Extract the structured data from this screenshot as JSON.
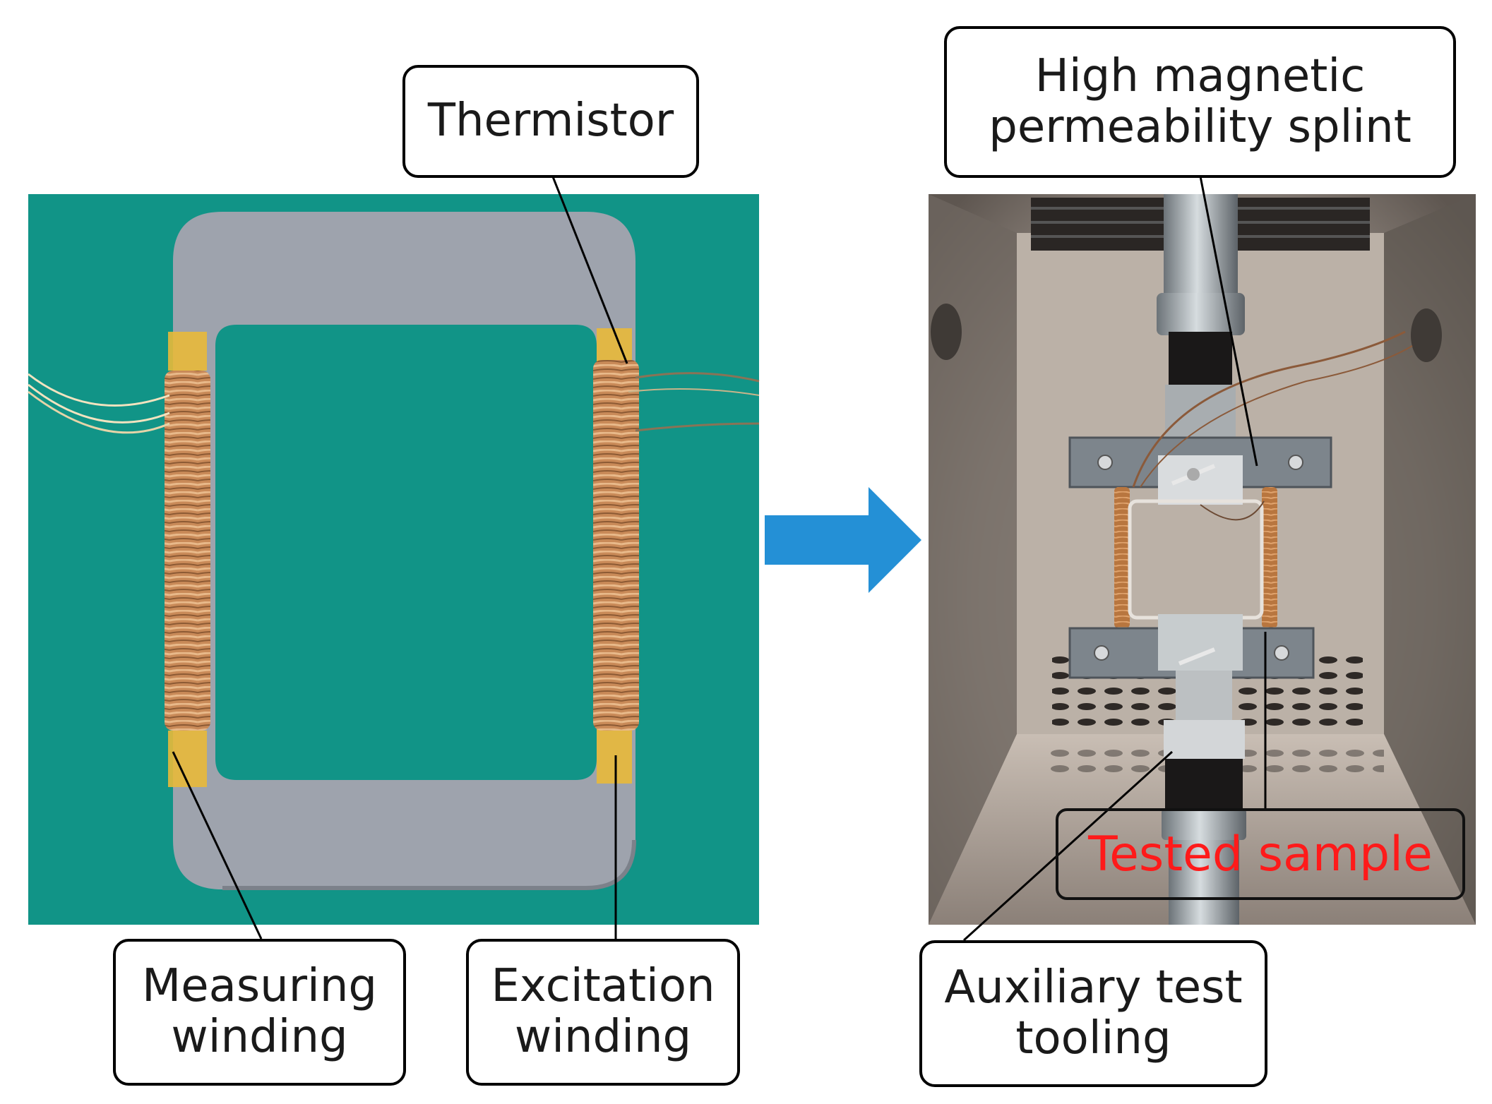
{
  "labels": {
    "thermistor": "Thermistor",
    "measuring_winding": [
      "Measuring",
      "winding"
    ],
    "excitation_winding": [
      "Excitation",
      "winding"
    ],
    "splint": [
      "High magnetic",
      "permeability splint"
    ],
    "auxiliary_tooling": [
      "Auxiliary test",
      "tooling"
    ],
    "tested_sample": "Tested sample"
  },
  "colors": {
    "left_background": "#129a8c",
    "core": "#9ea3ad",
    "winding": "#c98a58",
    "tape": "#e8b93a",
    "arrow": "#2490d6",
    "chamber": "#a29890",
    "tested_sample_text": "#ff1a1a"
  }
}
